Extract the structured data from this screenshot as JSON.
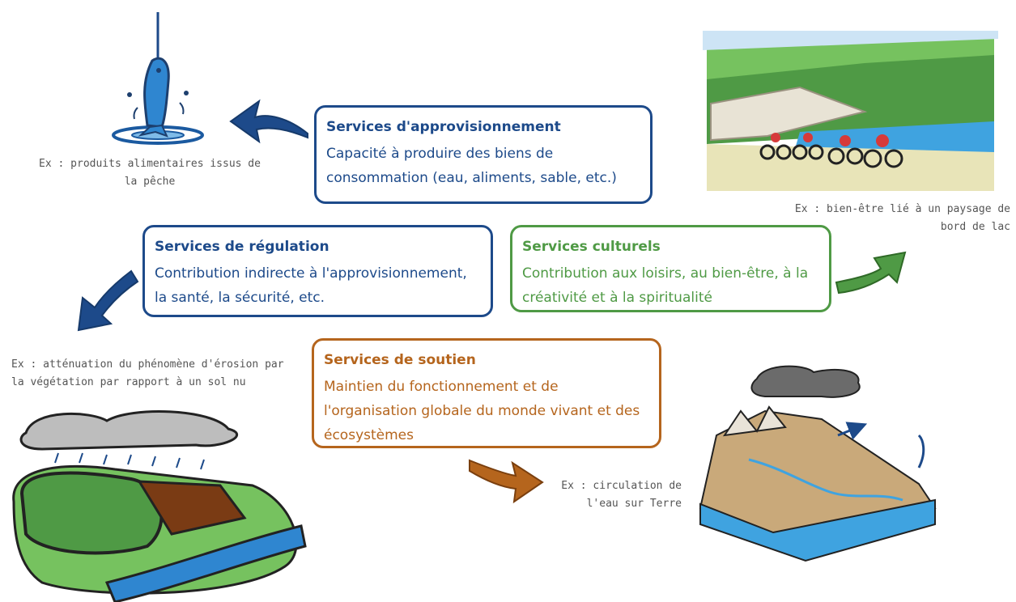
{
  "boxes": {
    "approvisionnement": {
      "title": "Services d'approvisionnement",
      "description": "Capacité à produire des biens de consommation (eau, aliments, sable, etc.)"
    },
    "regulation": {
      "title": "Services de régulation",
      "description": "Contribution indirecte à l'approvisionnement, la santé, la sécurité, etc."
    },
    "culturels": {
      "title": "Services culturels",
      "description": "Contribution aux loisirs, au bien-être, à la créativité et à la spiritualité"
    },
    "soutien": {
      "title": "Services de soutien",
      "description": "Maintien du fonctionnement et de l'organisation globale du monde vivant et des écosystèmes"
    }
  },
  "captions": {
    "approvisionnement": "Ex : produits alimentaires issus de la pêche",
    "culturels": "Ex : bien-être lié à un paysage de bord de lac",
    "regulation": "Ex : atténuation du phénomène d'érosion par la végétation par rapport à un sol nu",
    "soutien": "Ex : circulation de l'eau sur Terre"
  },
  "colors": {
    "approvisionnement": "#1d4a8a",
    "regulation": "#1d4a8a",
    "culturels": "#4f9a45",
    "soutien": "#b5651d"
  }
}
